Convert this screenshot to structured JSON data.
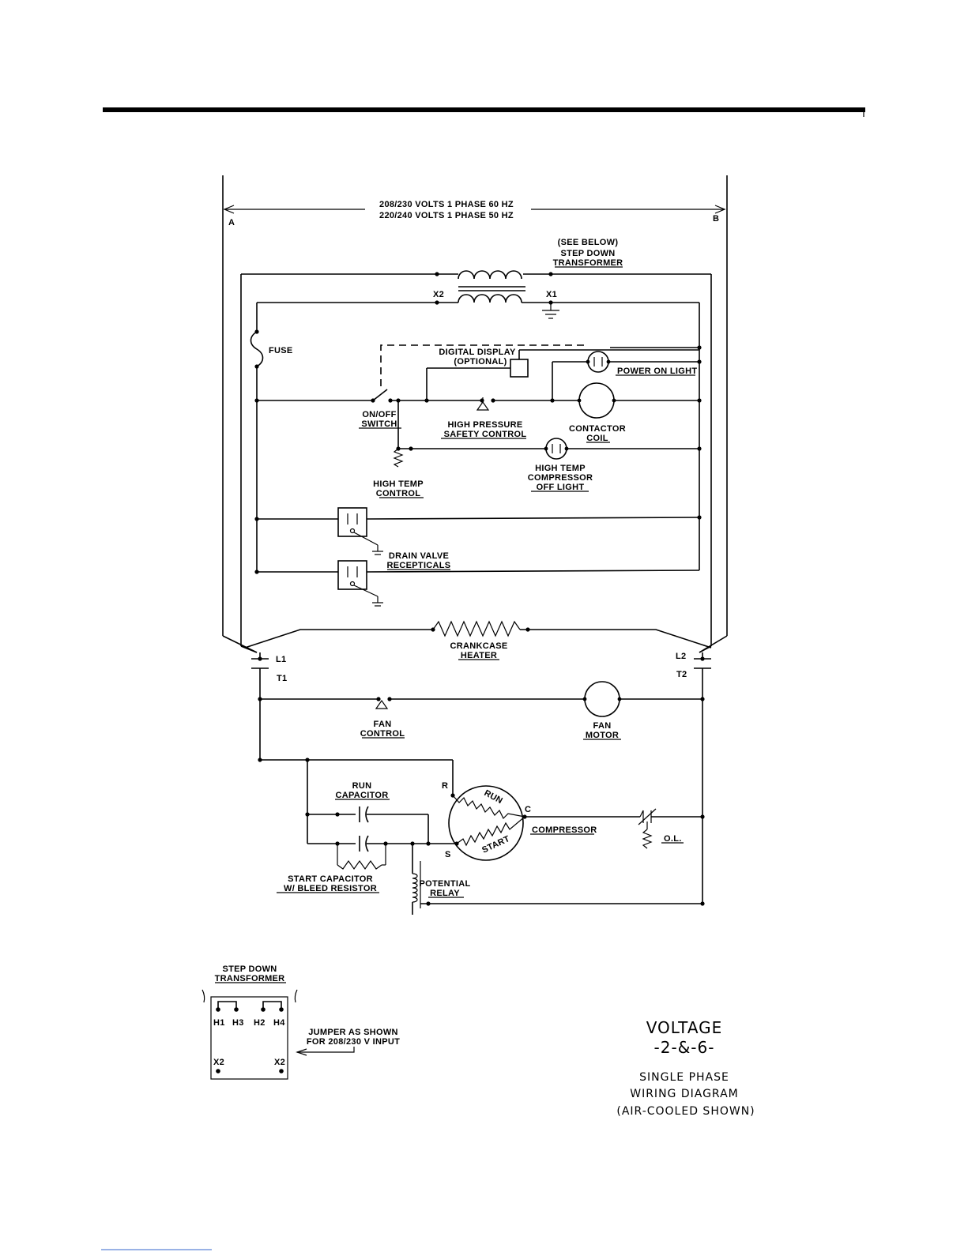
{
  "supply": {
    "line1": "208/230 VOLTS 1 PHASE 60 HZ",
    "line2": "220/240 VOLTS 1 PHASE 50 HZ",
    "left": "A",
    "right": "B"
  },
  "transformer": {
    "see_below": "(SEE BELOW)",
    "name_line1": "STEP DOWN",
    "name_line2": "TRANSFORMER",
    "x2": "X2",
    "x1": "X1"
  },
  "components": {
    "fuse": "FUSE",
    "digital_display_1": "DIGITAL DISPLAY",
    "digital_display_2": "(OPTIONAL)",
    "power_on_light": "POWER ON LIGHT",
    "onoff_1": "ON/OFF",
    "onoff_2": "SWITCH",
    "hp_1": "HIGH PRESSURE",
    "hp_2": "SAFETY CONTROL",
    "contactor_1": "CONTACTOR",
    "contactor_2": "COIL",
    "htc_1": "HIGH TEMP",
    "htc_2": "CONTROL",
    "htl_1": "HIGH TEMP",
    "htl_2": "COMPRESSOR",
    "htl_3": "OFF LIGHT",
    "drain_1": "DRAIN VALVE",
    "drain_2": "RECEPTICALS",
    "crank_1": "CRANKCASE",
    "crank_2": "HEATER",
    "l1": "L1",
    "t1": "T1",
    "l2": "L2",
    "t2": "T2",
    "fanc_1": "FAN",
    "fanc_2": "CONTROL",
    "fanm_1": "FAN",
    "fanm_2": "MOTOR",
    "runcap_1": "RUN",
    "runcap_2": "CAPACITOR",
    "r": "R",
    "s": "S",
    "c": "C",
    "run": "RUN",
    "start": "START",
    "compressor": "COMPRESSOR",
    "ol": "O.L.",
    "startcap_1": "START CAPACITOR",
    "startcap_2": "W/ BLEED RESISTOR",
    "relay_1": "POTENTIAL",
    "relay_2": "RELAY"
  },
  "inset": {
    "title_1": "STEP DOWN",
    "title_2": "TRANSFORMER",
    "h1": "H1",
    "h3": "H3",
    "h2": "H2",
    "h4": "H4",
    "x2a": "X2",
    "x2b": "X2",
    "note_1": "JUMPER AS SHOWN",
    "note_2": "FOR 208/230 V INPUT"
  },
  "caption": {
    "voltage": "VOLTAGE",
    "code": "-2-&-6-",
    "line1": "SINGLE PHASE",
    "line2": "WIRING DIAGRAM",
    "line3": "(AIR-COOLED SHOWN)"
  }
}
